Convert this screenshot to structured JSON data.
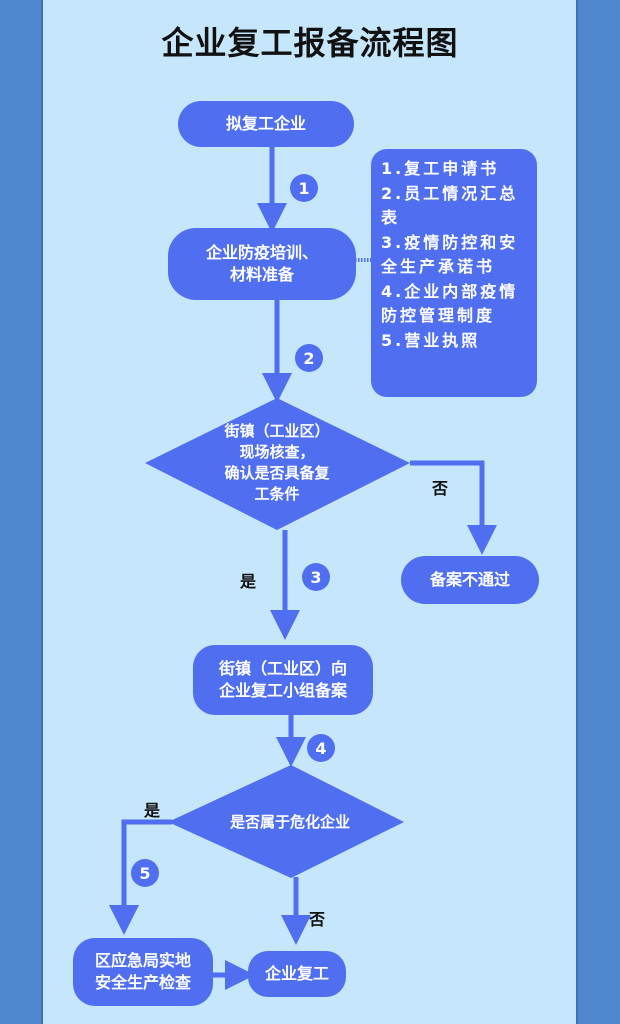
{
  "title": "企业复工报备流程图",
  "colors": {
    "outer_background": "#4f87cf",
    "panel_background": "#c6e6fb",
    "node_fill": "#4f6ff0",
    "node_text": "#ffffff",
    "title_text": "#111111"
  },
  "nodes": {
    "start": "拟复工企业",
    "training": "企业防疫培训、\n材料准备",
    "onsite_check": "街镇（工业区）\n现场核查，\n确认是否具备复\n工条件",
    "rejected": "备案不通过",
    "filing": "街镇（工业区）向\n企业复工小组备案",
    "hazchem_check": "是否属于危化企业",
    "inspection": "区应急局实地\n安全生产检查",
    "resume": "企业复工"
  },
  "materials_list": [
    "1.复工申请书",
    "2.员工情况汇总表",
    "3.疫情防控和安全生产承诺书",
    "4.企业内部疫情防控管理制度",
    "5.营业执照"
  ],
  "step_badges": [
    "1",
    "2",
    "3",
    "4",
    "5"
  ],
  "branch_labels": {
    "check_no": "否",
    "check_yes": "是",
    "hazchem_yes": "是",
    "hazchem_no": "否"
  }
}
